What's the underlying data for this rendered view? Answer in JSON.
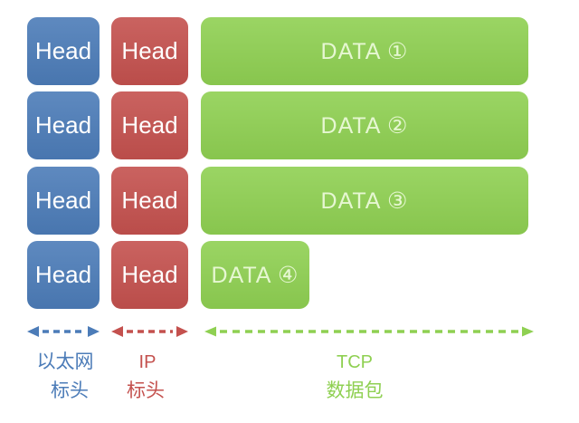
{
  "colors": {
    "background": "#FFFFFF",
    "ethernet_block": "#4C7CB8",
    "ip_block": "#C4514E",
    "data_block": "#8FD052",
    "head_text": "#FFFFFF",
    "data_text": "#E6F7D2"
  },
  "rows": [
    {
      "ethernet_head": "Head",
      "ip_head": "Head",
      "data": "DATA ①"
    },
    {
      "ethernet_head": "Head",
      "ip_head": "Head",
      "data": "DATA ②"
    },
    {
      "ethernet_head": "Head",
      "ip_head": "Head",
      "data": "DATA ③"
    },
    {
      "ethernet_head": "Head",
      "ip_head": "Head",
      "data": "DATA ④"
    }
  ],
  "legend": {
    "ethernet": {
      "line1": "以太网",
      "line2": "标头"
    },
    "ip": {
      "line1": "IP",
      "line2": "标头"
    },
    "tcp": {
      "line1": "TCP",
      "line2": "数据包"
    }
  }
}
